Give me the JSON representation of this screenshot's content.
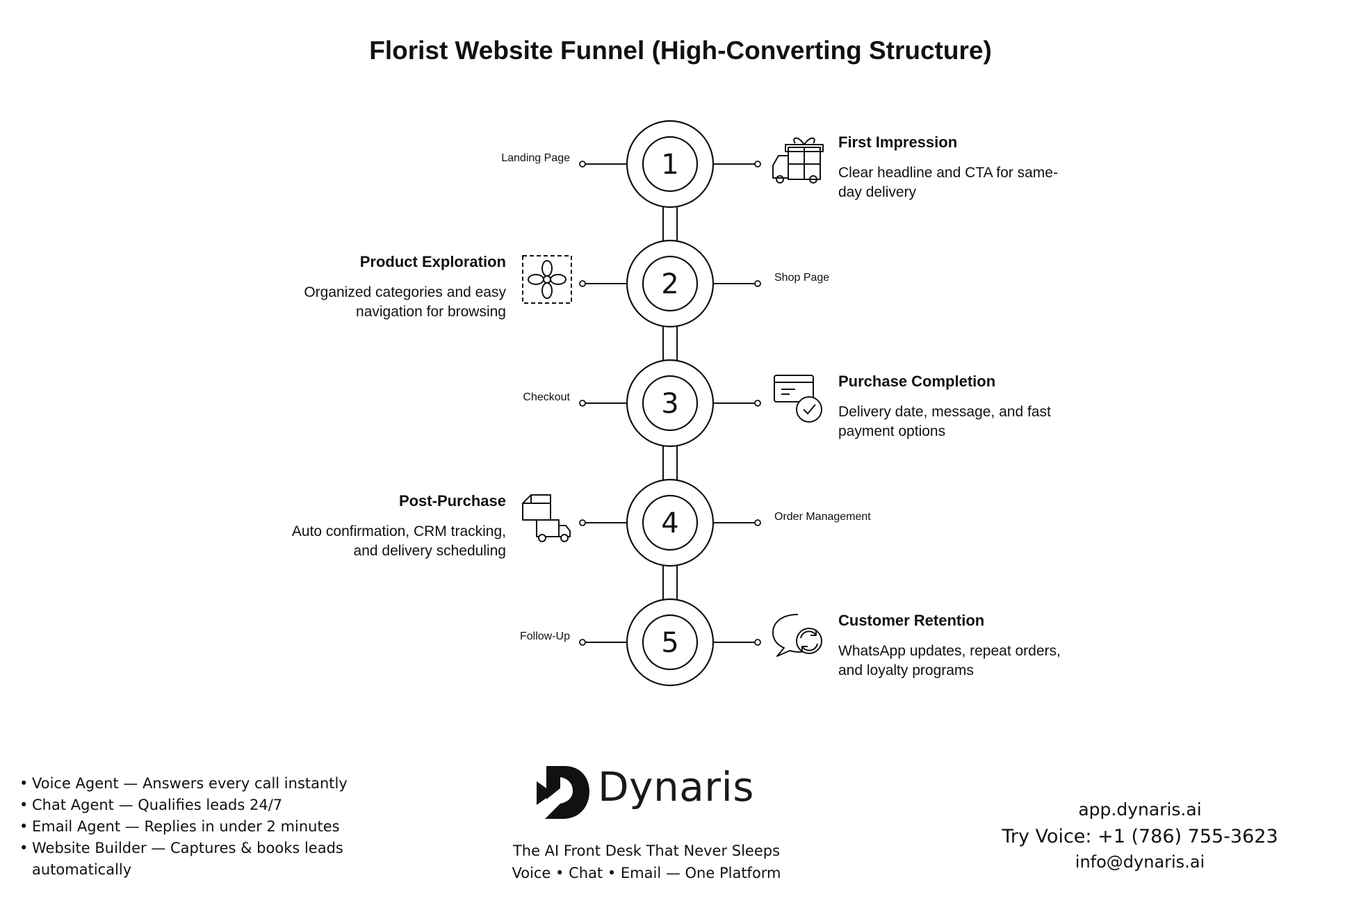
{
  "title": "Florist Website Funnel (High-Converting Structure)",
  "stages": [
    {
      "number": "1",
      "label": "Landing Page",
      "heading": "First Impression",
      "description_lines": [
        "Clear headline and CTA for same-",
        "day delivery"
      ],
      "icon": "gift-truck-icon"
    },
    {
      "number": "2",
      "label": "Shop Page",
      "heading": "Product Exploration",
      "description_lines": [
        "Organized categories and easy",
        "navigation for browsing"
      ],
      "icon": "flower-icon"
    },
    {
      "number": "3",
      "label": "Checkout",
      "heading": "Purchase Completion",
      "description_lines": [
        "Delivery date, message, and fast",
        "payment options"
      ],
      "icon": "card-check-icon"
    },
    {
      "number": "4",
      "label": "Order Management",
      "heading": "Post-Purchase",
      "description_lines": [
        "Auto confirmation, CRM tracking,",
        "and delivery scheduling"
      ],
      "icon": "box-truck-icon"
    },
    {
      "number": "5",
      "label": "Follow-Up",
      "heading": "Customer Retention",
      "description_lines": [
        "WhatsApp updates, repeat orders,",
        "and loyalty programs"
      ],
      "icon": "chat-refresh-icon"
    }
  ],
  "footer": {
    "features": [
      "Voice Agent — Answers every call instantly",
      "Chat Agent — Qualifies leads 24/7",
      "Email Agent — Replies in under 2 minutes",
      " Website Builder — Captures & books leads automatically"
    ],
    "brand": {
      "name": "Dynaris",
      "tagline": "The AI Front Desk That Never Sleeps",
      "subtagline": "Voice • Chat • Email — One Platform"
    },
    "contact": {
      "website": "app.dynaris.ai",
      "phone": "Try Voice: +1 (786) 755-3623",
      "email": "info@dynaris.ai"
    }
  }
}
